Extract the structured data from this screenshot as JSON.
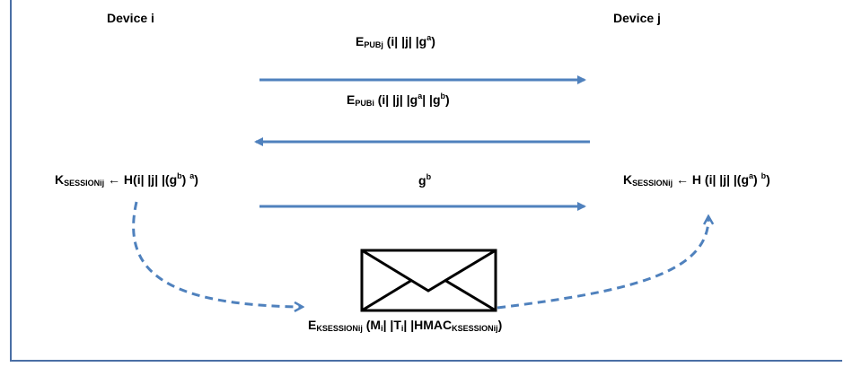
{
  "device_i": {
    "label": "Device i"
  },
  "device_j": {
    "label": "Device j"
  },
  "msg1": {
    "base": "E",
    "sub": "PUBj",
    "text1": " (i| |j| |g",
    "sup": "a",
    "text2": ")"
  },
  "msg2": {
    "base": "E",
    "sub": "PUBi",
    "text1": " (i| |j| |g",
    "sup1": "a",
    "text2": "| |g",
    "sup2": "b",
    "text3": ")"
  },
  "msg3": {
    "base": "g",
    "sup": "b"
  },
  "key_i": {
    "base": "K",
    "sub": "SESSIONij",
    "text1": " ← H(i| |j| |(g",
    "sup1": "b",
    "text2": ") ",
    "sup2": "a",
    "text3": ")"
  },
  "key_j": {
    "base": "K",
    "sub": "SESSIONij",
    "text1": " ← H (i| |j| |(g",
    "sup1": "a",
    "text2": ") ",
    "sup2": "b",
    "text3": ")"
  },
  "envelope": {
    "base": "E",
    "sub": "KSESSIONij",
    "text1": " (M",
    "m_sub": "i",
    "text2": "| |T",
    "t_sub": "i",
    "text3": "| |HMAC",
    "hmac_sub": "KSESSIONij",
    "text4": ")"
  },
  "colors": {
    "arrow": "#4f81bd",
    "frame": "#4a6fa5"
  }
}
